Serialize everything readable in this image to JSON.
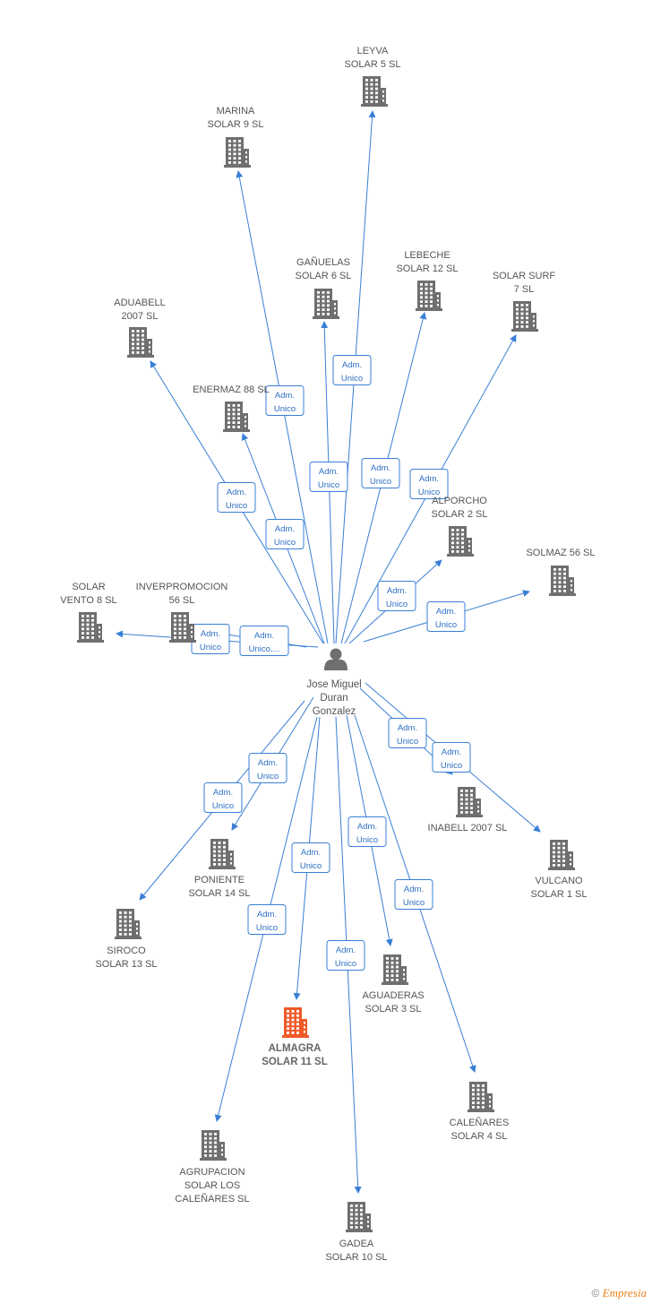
{
  "colors": {
    "edge": "#3a7fd5",
    "building": "#6f6f6f",
    "building_highlight": "#f05a28",
    "person": "#6f6f6f"
  },
  "icons": {
    "company": "building-icon",
    "person": "person-icon"
  },
  "person": {
    "lines": [
      "Jose Miguel",
      "Duran",
      "Gonzalez"
    ]
  },
  "companies": [
    {
      "id": "leyva",
      "lines": [
        "LEYVA",
        "SOLAR 5 SL"
      ]
    },
    {
      "id": "marina",
      "lines": [
        "MARINA",
        "SOLAR 9 SL"
      ]
    },
    {
      "id": "ganuelas",
      "lines": [
        "GAÑUELAS",
        "SOLAR 6 SL"
      ]
    },
    {
      "id": "lebeche",
      "lines": [
        "LEBECHE",
        "SOLAR 12 SL"
      ]
    },
    {
      "id": "solarsurf",
      "lines": [
        "SOLAR SURF",
        "7 SL"
      ]
    },
    {
      "id": "aduabell",
      "lines": [
        "ADUABELL",
        "2007 SL"
      ]
    },
    {
      "id": "enermaz",
      "lines": [
        "ENERMAZ 88 SL"
      ]
    },
    {
      "id": "alporcho",
      "lines": [
        "ALPORCHO",
        "SOLAR 2 SL"
      ]
    },
    {
      "id": "solmaz",
      "lines": [
        "SOLMAZ 56 SL"
      ]
    },
    {
      "id": "solarvento",
      "lines": [
        "SOLAR",
        "VENTO 8 SL"
      ]
    },
    {
      "id": "inverpromocion",
      "lines": [
        "INVERPROMOCION",
        "56 SL"
      ]
    },
    {
      "id": "inabell",
      "lines": [
        "INABELL 2007 SL"
      ]
    },
    {
      "id": "vulcano",
      "lines": [
        "VULCANO",
        "SOLAR 1 SL"
      ]
    },
    {
      "id": "poniente",
      "lines": [
        "PONIENTE",
        "SOLAR 14 SL"
      ]
    },
    {
      "id": "siroco",
      "lines": [
        "SIROCO",
        "SOLAR 13 SL"
      ]
    },
    {
      "id": "aguaderas",
      "lines": [
        "AGUADERAS",
        "SOLAR 3 SL"
      ]
    },
    {
      "id": "almagra",
      "lines": [
        "ALMAGRA",
        "SOLAR 11 SL"
      ],
      "highlight": true
    },
    {
      "id": "calenares",
      "lines": [
        "CALEÑARES",
        "SOLAR 4 SL"
      ]
    },
    {
      "id": "agrupacion",
      "lines": [
        "AGRUPACION",
        "SOLAR LOS",
        "CALEÑARES SL"
      ]
    },
    {
      "id": "gadea",
      "lines": [
        "GADEA",
        "SOLAR 10 SL"
      ]
    }
  ],
  "edges": [
    {
      "to": "leyva",
      "label": [
        "Adm.",
        "Unico"
      ]
    },
    {
      "to": "marina",
      "label": [
        "Adm.",
        "Unico"
      ]
    },
    {
      "to": "ganuelas",
      "label": [
        "Adm.",
        "Unico"
      ]
    },
    {
      "to": "lebeche",
      "label": [
        "Adm.",
        "Unico"
      ]
    },
    {
      "to": "solarsurf",
      "label": [
        "Adm.",
        "Unico"
      ]
    },
    {
      "to": "aduabell",
      "label": [
        "Adm.",
        "Unico"
      ]
    },
    {
      "to": "enermaz",
      "label": [
        "Adm.",
        "Unico"
      ]
    },
    {
      "to": "alporcho",
      "label": [
        "Adm.",
        "Unico"
      ]
    },
    {
      "to": "solmaz",
      "label": [
        "Adm.",
        "Unico"
      ]
    },
    {
      "to": "solarvento",
      "label": [
        "Adm.",
        "Unico"
      ]
    },
    {
      "to": "inverpromocion",
      "label": [
        "Adm.",
        "Unico,..."
      ]
    },
    {
      "to": "inabell",
      "label": [
        "Adm.",
        "Unico"
      ]
    },
    {
      "to": "vulcano",
      "label": [
        "Adm.",
        "Unico"
      ]
    },
    {
      "to": "poniente",
      "label": [
        "Adm.",
        "Unico"
      ]
    },
    {
      "to": "siroco",
      "label": [
        "Adm.",
        "Unico"
      ]
    },
    {
      "to": "aguaderas",
      "label": [
        "Adm.",
        "Unico"
      ]
    },
    {
      "to": "almagra",
      "label": [
        "Adm.",
        "Unico"
      ]
    },
    {
      "to": "calenares",
      "label": [
        "Adm.",
        "Unico"
      ]
    },
    {
      "to": "agrupacion",
      "label": [
        "Adm.",
        "Unico"
      ]
    },
    {
      "to": "gadea",
      "label": [
        "Adm.",
        "Unico"
      ]
    }
  ],
  "watermark": {
    "copyright": "©",
    "brand": "Empresia"
  }
}
